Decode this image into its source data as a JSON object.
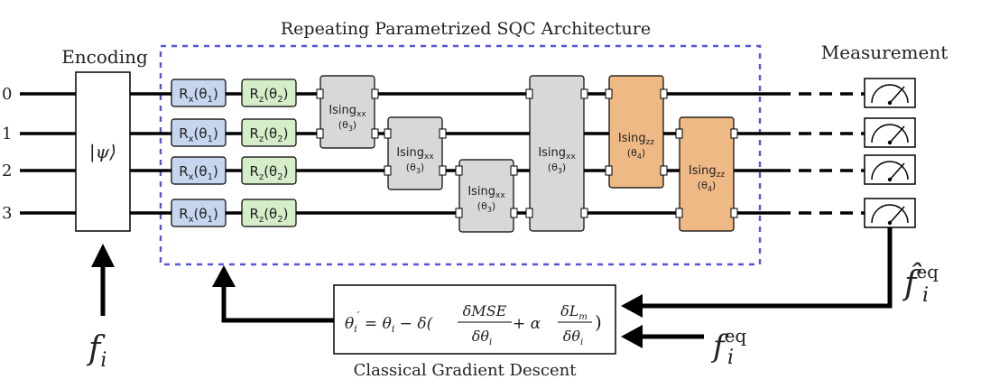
{
  "diagram": {
    "title": "Repeating Parametrized SQC Architecture",
    "encoding": {
      "label": "Encoding",
      "state": "|ψ⟩"
    },
    "measurement": {
      "label": "Measurement"
    },
    "qubits": [
      "0",
      "1",
      "2",
      "3"
    ],
    "gates": {
      "rx": {
        "base": "R",
        "sub": "x",
        "param": "(θ",
        "pidx": "1",
        "close": ")"
      },
      "rz": {
        "base": "R",
        "sub": "z",
        "param": "(θ",
        "pidx": "2",
        "close": ")"
      },
      "isingxx": {
        "base": "Ising",
        "sub": "xx",
        "param": "(θ",
        "pidx": "3",
        "close": ")"
      },
      "isingzz": {
        "base": "Ising",
        "sub": "zz",
        "param": "(θ",
        "pidx": "4",
        "close": ")"
      }
    },
    "inputs": {
      "f_i": {
        "base": "f",
        "sub": "i"
      },
      "f_hat": {
        "base": "f̂",
        "sup": "eq",
        "sub": "i"
      },
      "f_eq": {
        "base": "f",
        "sup": "eq",
        "sub": "i"
      }
    },
    "optimizer": {
      "label": "Classical Gradient Descent",
      "eq": {
        "lhs": "θ",
        "lhs_sub": "i",
        "prime": "′",
        "eq1": " = θ",
        "eq1_sub": "i",
        "minus": " − δ(",
        "frac1_num": "δMSE",
        "frac1_den": "δθ",
        "frac1_den_sub": "i",
        "plus": " + α",
        "frac2_num": "δL",
        "frac2_num_sub": "m",
        "frac2_den": "δθ",
        "frac2_den_sub": "i",
        "close": ")"
      }
    },
    "colors": {
      "rx": "#c5d6ee",
      "rz": "#d5edc8",
      "isingxx": "#d8d8d8",
      "isingzz": "#efb985",
      "dashed_box": "#5555dd",
      "wire": "#000000"
    }
  }
}
